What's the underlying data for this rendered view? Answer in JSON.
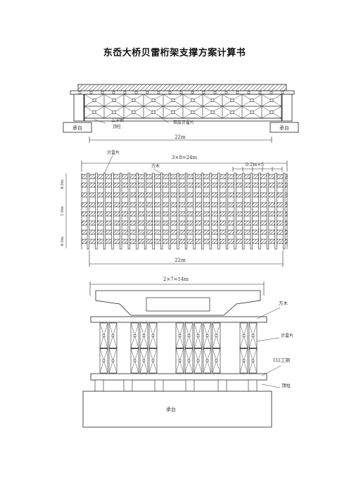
{
  "document": {
    "title": "东岙大桥贝雷桁架支撑方案计算书"
  },
  "elevation": {
    "label_i_steel": "工字钢",
    "label_top_column": "顶柱",
    "label_double_bailey": "双层贝雷片",
    "label_cap_left": "承台",
    "label_cap_right": "承台",
    "span_label": "22m"
  },
  "plan": {
    "label_bailey": "贝雷片",
    "label_timber": "方木",
    "top_dim": "3×8=24m",
    "spacing_dim": "0.2m×5",
    "bottom_dim": "22m",
    "left_dim_top": "4.0m",
    "left_dim_mid": "1.6m",
    "left_dim_bot": "4.0m"
  },
  "section": {
    "top_dim": "2×7=14m",
    "label_timber": "方木",
    "label_bailey": "贝雷片",
    "label_i32": "I32工钢",
    "label_top_column": "顶柱",
    "label_cap": "承台"
  }
}
